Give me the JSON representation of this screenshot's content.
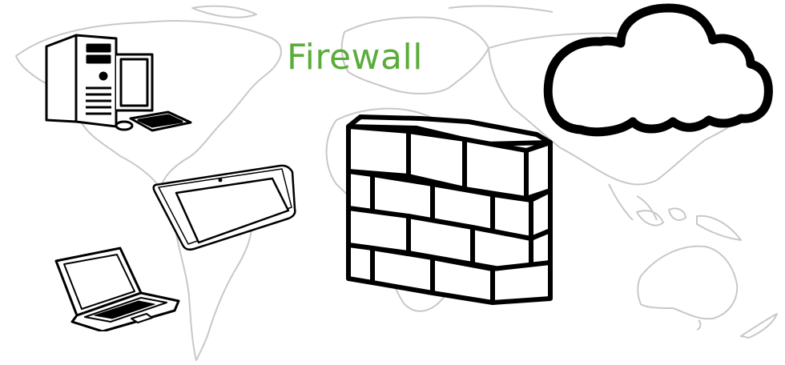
{
  "diagram": {
    "title": "Firewall",
    "title_color": "#5aad3a",
    "background": "world-map-outline",
    "map_stroke_color": "#c8c8c8",
    "ink_color": "#000000",
    "nodes": [
      {
        "id": "desktop",
        "icon": "desktop-computer-icon"
      },
      {
        "id": "tablet",
        "icon": "tablet-icon"
      },
      {
        "id": "laptop",
        "icon": "laptop-icon"
      },
      {
        "id": "firewall",
        "icon": "brick-wall-icon"
      },
      {
        "id": "cloud",
        "icon": "cloud-icon"
      }
    ]
  }
}
